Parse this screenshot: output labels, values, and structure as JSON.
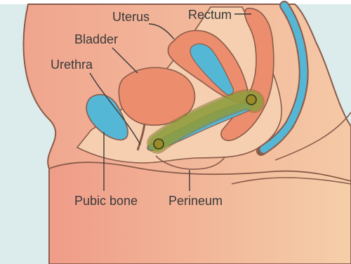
{
  "labels": {
    "uterus": "Uterus",
    "rectum": "Rectum",
    "bladder": "Bladder",
    "urethra": "Urethra",
    "pubic_bone": "Pubic bone",
    "perineum": "Perineum"
  },
  "colors": {
    "background": "#dcebeb",
    "skin": "#f3c3a4",
    "skin_outline": "#8a5b4a",
    "organ": "#ec8e6e",
    "blue": "#55b7d6",
    "green": "#8fa33c"
  }
}
